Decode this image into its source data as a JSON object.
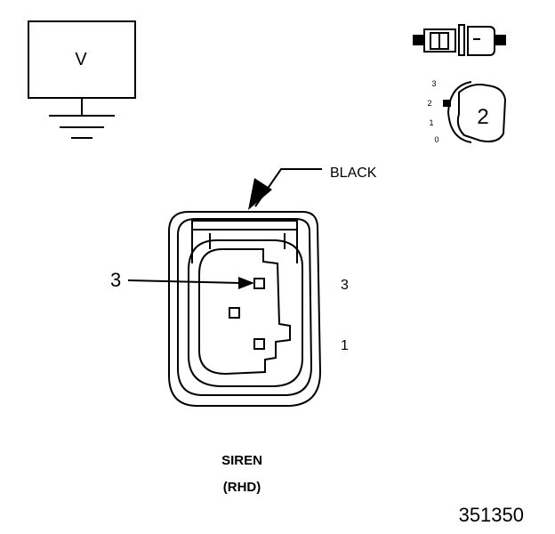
{
  "voltage_box": {
    "label": "V"
  },
  "plug_icon": {
    "position_labels": [
      "3",
      "2",
      "1",
      "0"
    ],
    "number": "2"
  },
  "connector": {
    "color_label": "BLACK",
    "pin_callout": "3",
    "pin_labels": [
      "3",
      "1"
    ]
  },
  "caption": {
    "name": "SIREN",
    "variant": "(RHD)"
  },
  "figure_id": "351350"
}
